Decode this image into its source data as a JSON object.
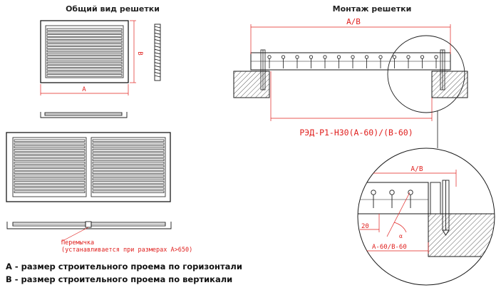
{
  "headings": {
    "general_view": "Общий вид решетки",
    "mounting": "Монтаж решетки"
  },
  "dimensions": {
    "a": "A",
    "b": "B",
    "a_or_b": "A/B",
    "model": "РЭД-Р1-Н30(А-60)/(В-60)",
    "a60_b60": "А-60/В-60",
    "gap": "20",
    "angle": "α"
  },
  "annotation": {
    "line1": "Перемычка",
    "line2": "(устанавливается при размерах А>650)"
  },
  "legend": {
    "a": "A - размер строительного проема по горизонтали",
    "b": "B - размер строительного проема по вертикали"
  },
  "colors": {
    "line": "#1a1a1a",
    "dimension": "#e0201e"
  }
}
